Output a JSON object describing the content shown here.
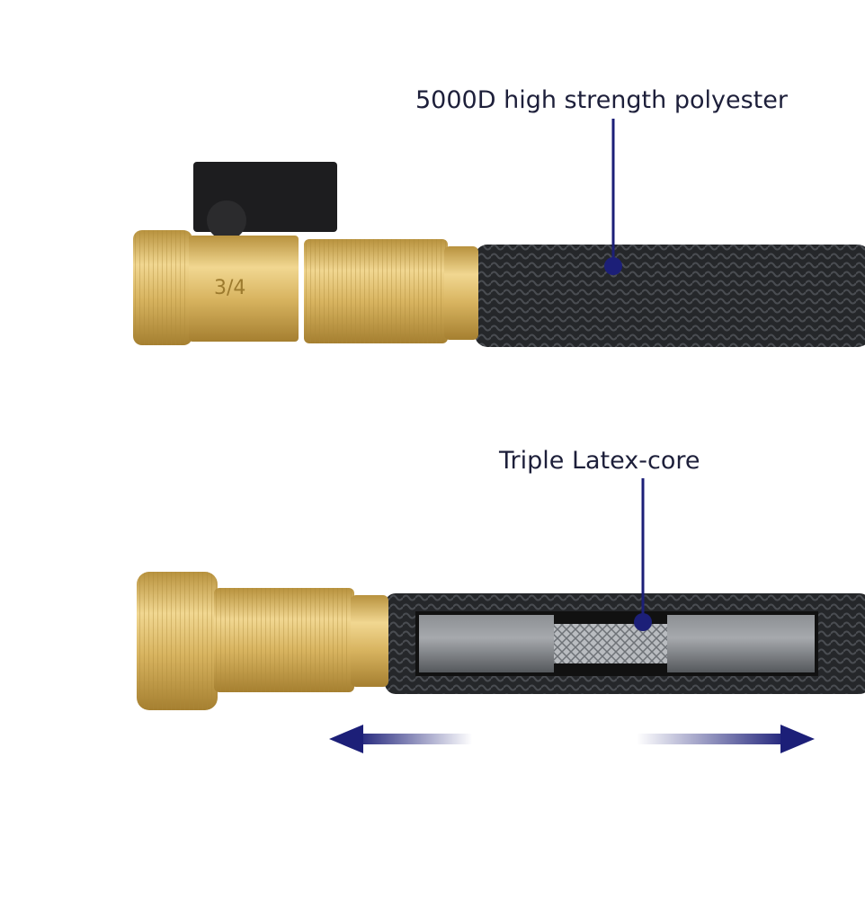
{
  "annotations": {
    "top_label": "5000D high strength polyester",
    "bottom_label": "Triple Latex-core",
    "fitting_marking": "3/4"
  },
  "colors": {
    "brass": "#d9b55e",
    "hose": "#26282b",
    "callout": "#1c1f78",
    "text": "#1d1f3a"
  }
}
